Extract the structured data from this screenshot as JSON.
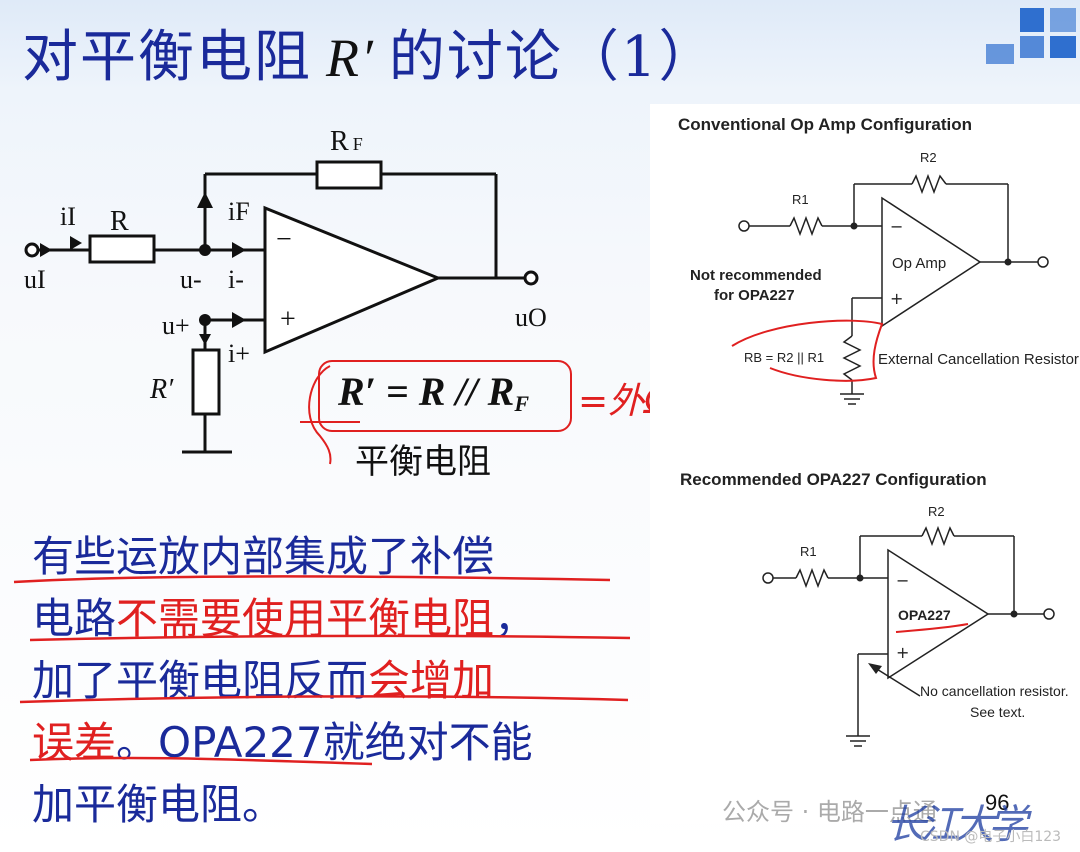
{
  "slide": {
    "title_prefix": "对平衡电阻",
    "title_var": "R′",
    "title_suffix": "的讨论（1）",
    "page_number": "96"
  },
  "circuit": {
    "label_rf": "R",
    "label_rf_sub": "F",
    "label_r": "R",
    "label_ii": "iI",
    "label_ui": "uI",
    "label_if": "iF",
    "label_uminus": "u-",
    "label_iminus": "i-",
    "label_uplus": "u+",
    "label_iplus": "i+",
    "label_rprime": "R′",
    "label_uo": "uO",
    "minus_sign": "−",
    "plus_sign": "+"
  },
  "formula": {
    "lhs": "R′ = R // R",
    "sub": "F",
    "handwritten": "=外Ω",
    "caption": "平衡电阻"
  },
  "paragraph": {
    "l1": "有些运放内部集成了补偿",
    "l2a": "电路",
    "l2b": "不需要使用平衡电阻",
    "l2c": "，",
    "l3a": "加了平衡电阻反而",
    "l3b": "会增加",
    "l4a": "误差",
    "l4b": "。OPA227就绝对不能",
    "l5": "加平衡电阻。"
  },
  "reference": {
    "top_heading": "Conventional Op Amp Configuration",
    "top_r1": "R1",
    "top_r2": "R2",
    "top_opamp": "Op Amp",
    "top_not_rec1": "Not recommended",
    "top_not_rec2": "for OPA227",
    "top_rb": "RB = R2 || R1",
    "top_ext": "External Cancellation  Resistor",
    "bottom_heading": "Recommended OPA227 Configuration",
    "bottom_r1": "R1",
    "bottom_r2": "R2",
    "bottom_opamp": "OPA227",
    "bottom_note1": "No cancellation resistor.",
    "bottom_note2": "See text."
  },
  "footer": {
    "watermark": "公众号 · 电路一点通",
    "csdn": "CSDN @电子小白123",
    "logo": "长江大学"
  },
  "colors": {
    "title": "#1a2a9a",
    "accent_red": "#e02020",
    "deco_blue": "#2f6fcf"
  }
}
